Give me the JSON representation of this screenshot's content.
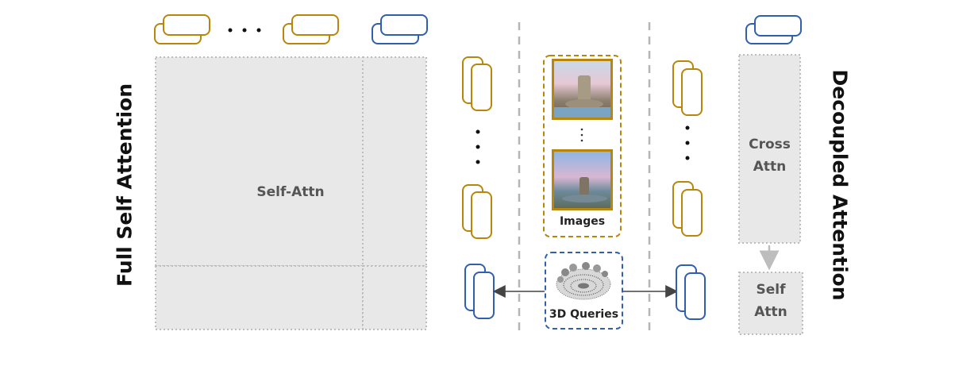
{
  "left_title": "Full Self Attention",
  "right_title": "Decoupled Attention",
  "matrix": {
    "main_label": "Self-Attn"
  },
  "images_panel": {
    "label": "Images"
  },
  "queries_panel": {
    "label": "3D Queries"
  },
  "decoupled": {
    "cross_label_1": "Cross",
    "cross_label_2": "Attn",
    "self_label_1": "Self",
    "self_label_2": "Attn"
  },
  "colors": {
    "image_token": "#b8860b",
    "query_token": "#2f5fad",
    "attn_fill": "#e8e8e8",
    "dotted_border": "#bdbdbd",
    "divider": "#b5b5b5",
    "arrow": "#444444"
  },
  "icons": {
    "photo_1": "fountain-photo-icon",
    "photo_2": "park-fountain-photo-icon",
    "pointcloud": "point-cloud-icon"
  }
}
